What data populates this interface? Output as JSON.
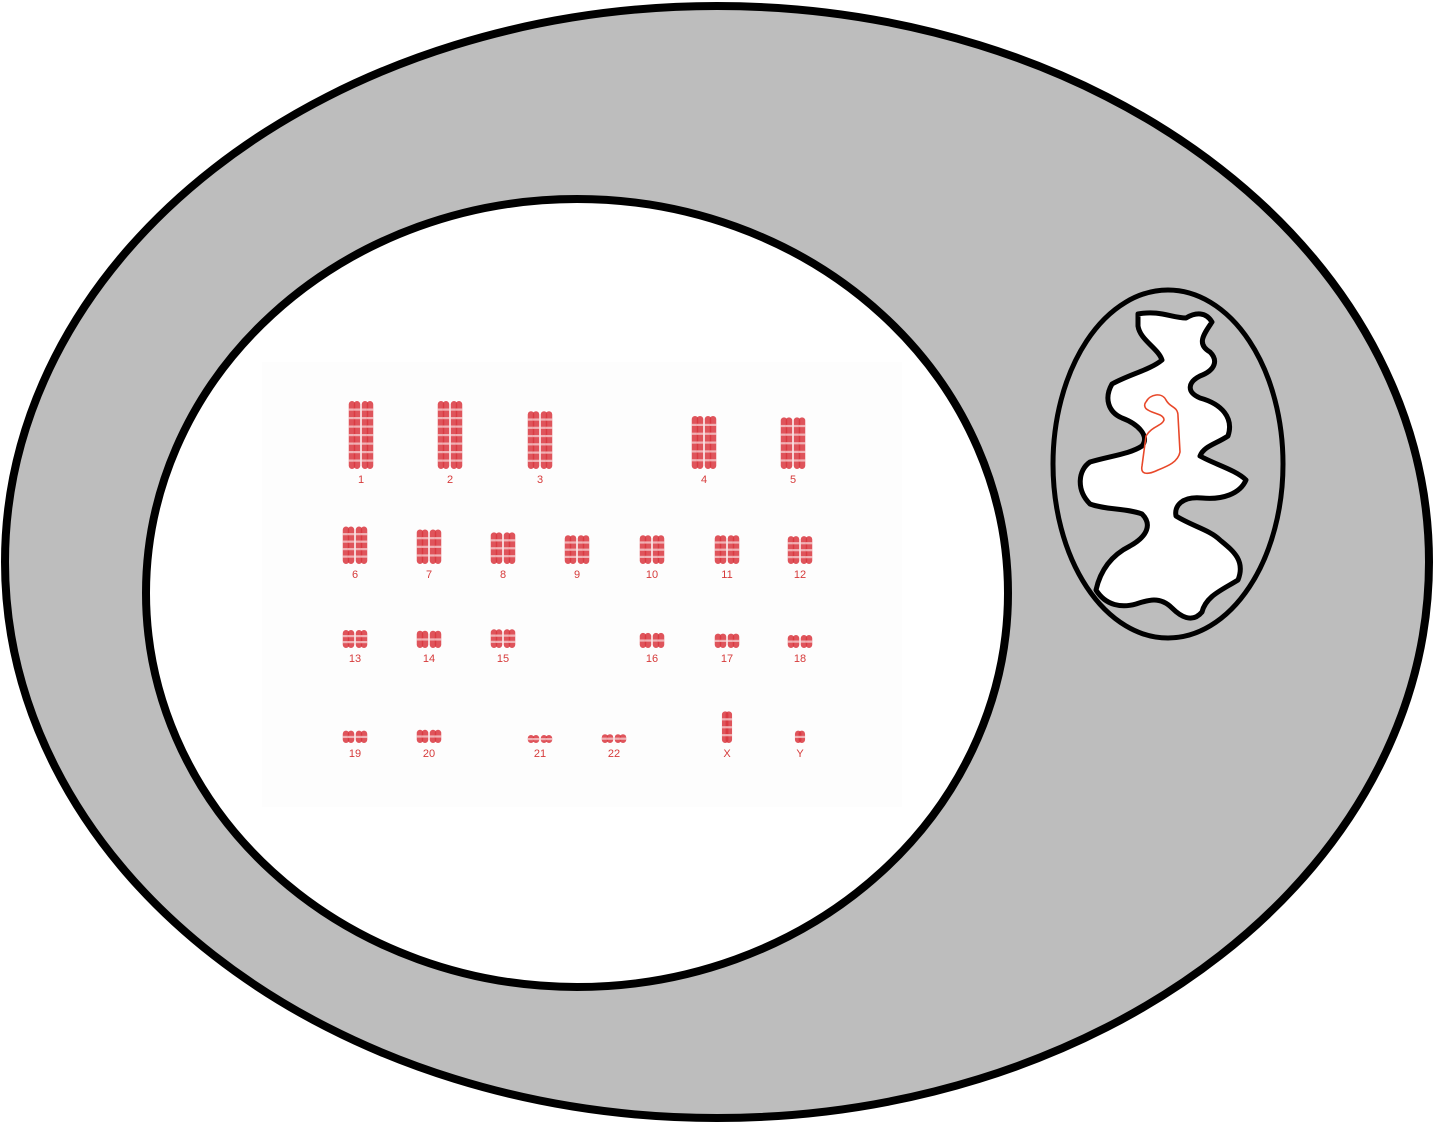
{
  "colors": {
    "cytoplasm": "#bdbdbd",
    "nucleus": "#ffffff",
    "outline": "#000000",
    "chromosome": "#d9363e",
    "mito_dna": "#e8482a"
  },
  "karyotype": {
    "chromosomes": [
      {
        "label": "1",
        "length": 1.0
      },
      {
        "label": "2",
        "length": 1.0
      },
      {
        "label": "3",
        "length": 0.85
      },
      {
        "label": "4",
        "length": 0.78
      },
      {
        "label": "5",
        "length": 0.76
      },
      {
        "label": "6",
        "length": 0.78
      },
      {
        "label": "7",
        "length": 0.72
      },
      {
        "label": "8",
        "length": 0.66
      },
      {
        "label": "9",
        "length": 0.6
      },
      {
        "label": "10",
        "length": 0.6
      },
      {
        "label": "11",
        "length": 0.6
      },
      {
        "label": "12",
        "length": 0.58
      },
      {
        "label": "13",
        "length": 0.5
      },
      {
        "label": "14",
        "length": 0.48
      },
      {
        "label": "15",
        "length": 0.52
      },
      {
        "label": "16",
        "length": 0.42
      },
      {
        "label": "17",
        "length": 0.4
      },
      {
        "label": "18",
        "length": 0.36
      },
      {
        "label": "19",
        "length": 0.28
      },
      {
        "label": "20",
        "length": 0.3
      },
      {
        "label": "21",
        "length": 0.18
      },
      {
        "label": "22",
        "length": 0.2
      },
      {
        "label": "X",
        "length": 0.72
      },
      {
        "label": "Y",
        "length": 0.28
      }
    ]
  }
}
